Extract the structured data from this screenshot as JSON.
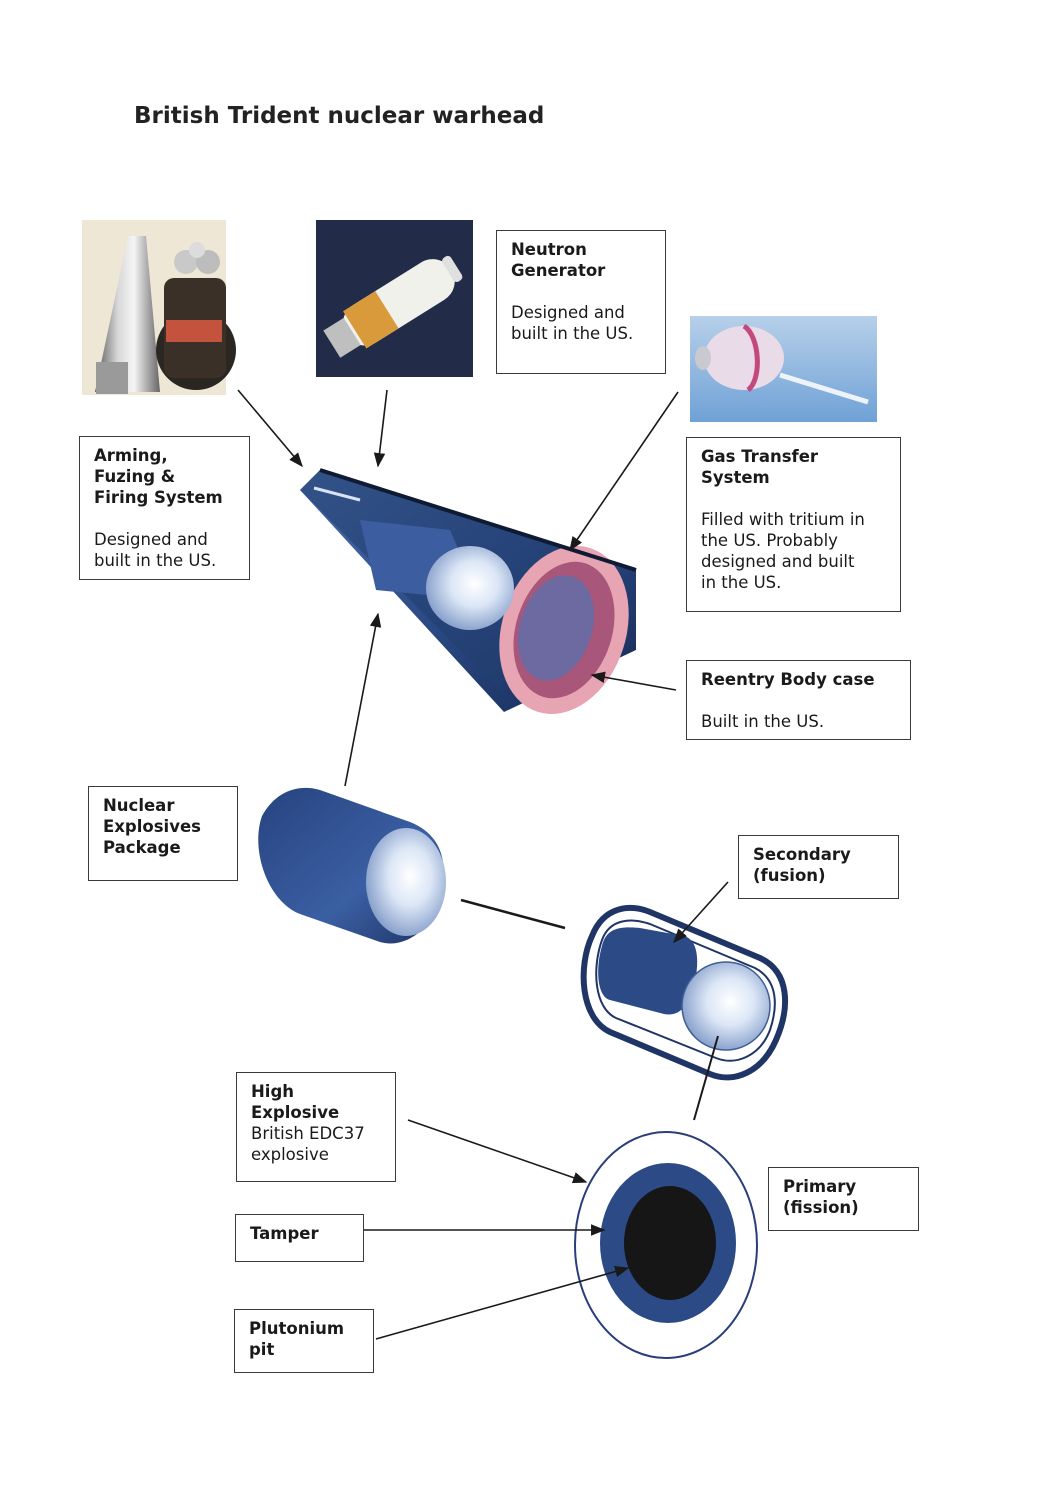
{
  "title": "British Trident nuclear warhead",
  "labels": {
    "neutron_generator": {
      "title": "Neutron\nGenerator",
      "body": "Designed and\nbuilt in the US."
    },
    "affs": {
      "title": "Arming,\nFuzing &\nFiring System",
      "body": "Designed and\nbuilt in the US."
    },
    "gas_transfer": {
      "title": "Gas Transfer\nSystem",
      "body": "Filled with tritium in\nthe US. Probably\ndesigned and built\nin the US."
    },
    "reentry_body": {
      "title": "Reentry Body case",
      "body": "Built in the US."
    },
    "nep": {
      "title": "Nuclear\nExplosives\nPackage"
    },
    "secondary": {
      "title": "Secondary\n(fusion)"
    },
    "high_explosive": {
      "title": "High\nExplosive",
      "body": "British EDC37\nexplosive"
    },
    "tamper": {
      "title": "Tamper"
    },
    "plutonium_pit": {
      "title": "Plutonium\npit"
    },
    "primary": {
      "title": "Primary\n(fission)"
    }
  },
  "colors": {
    "navy": "#2c4a86",
    "deep_navy": "#1f3566",
    "pit_black": "#161616",
    "reentry_red": "#c8475e",
    "photo_bg_blue": "#2a3550"
  }
}
